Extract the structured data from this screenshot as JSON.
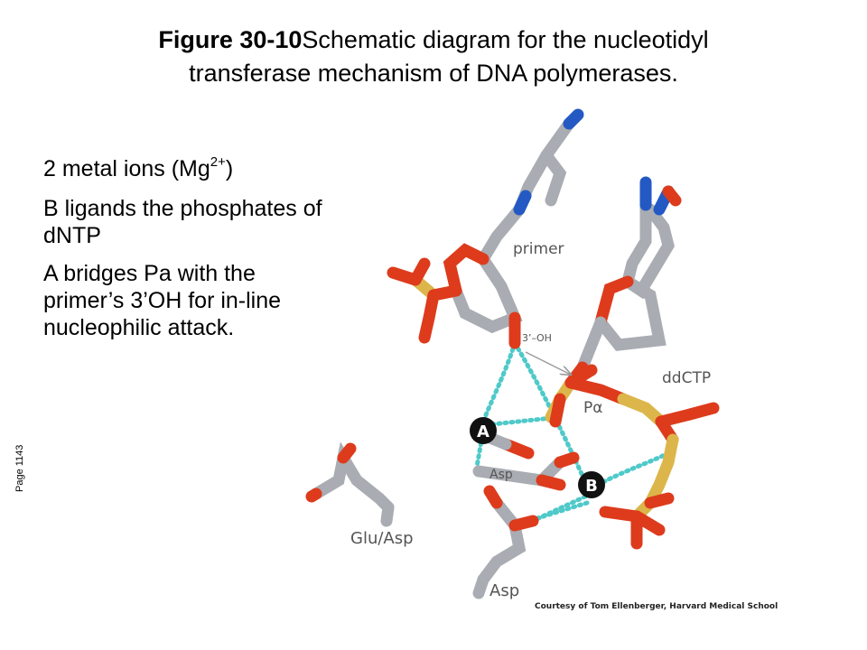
{
  "title": {
    "bold": "Figure 30-10",
    "text": "Schematic diagram for the nucleotidyl",
    "line2": "transferase mechanism of DNA polymerases."
  },
  "bullets": {
    "b1_prefix": "2 metal ions (Mg",
    "b1_sup": "2+",
    "b1_suffix": ")",
    "b2": "B ligands the phosphates of dNTP",
    "b3": "A bridges Pa with the primer’s 3’OH for in-line nucleophilic attack."
  },
  "page_ref": "Page 1143",
  "figure": {
    "labels": {
      "primer": "primer",
      "three_oh": "3’–OH",
      "ddctp": "ddCTP",
      "p_alpha": "Pα",
      "metal_a": "A",
      "metal_b": "B",
      "asp1": "Asp",
      "glu_asp": "Glu/Asp",
      "asp2": "Asp"
    },
    "credit": "Courtesy of Tom Ellenberger, Harvard Medical School",
    "colors": {
      "carbon": "#a9acb2",
      "oxygen": "#dd3b1c",
      "nitrogen": "#2459c4",
      "phosphorus": "#dcb64a",
      "metal": "#111111",
      "hbond": "#4fc9c9"
    }
  }
}
